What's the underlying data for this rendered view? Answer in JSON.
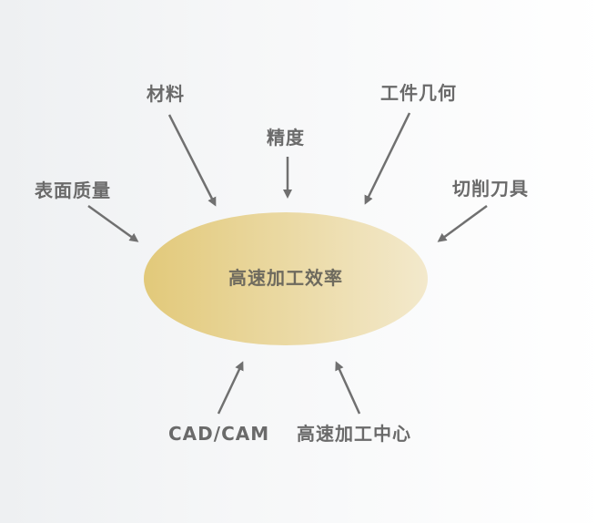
{
  "center": {
    "label": "高速加工效率",
    "gradient_start": "#e2c97a",
    "gradient_end": "#f3e9cc"
  },
  "factors": {
    "material": "材料",
    "precision": "精度",
    "workpiece_geometry": "工件几何",
    "surface_quality": "表面质量",
    "cutting_tool": "切削刀具",
    "cad_cam": "CAD/CAM",
    "machining_center": "高速加工中心"
  },
  "colors": {
    "arrow": "#707070",
    "text": "#6a6a6a"
  }
}
